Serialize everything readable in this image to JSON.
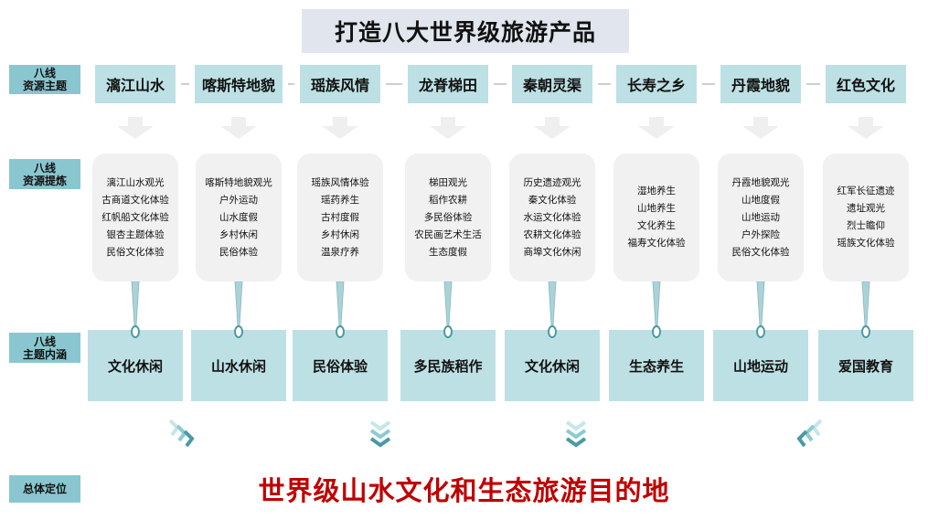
{
  "title": "打造八大世界级旅游产品",
  "row_labels": {
    "resource_theme": [
      "八线",
      "资源主题"
    ],
    "resource_refine": [
      "八线",
      "资源提炼"
    ],
    "theme_connotation": [
      "八线",
      "主题内涵"
    ],
    "overall_positioning": "总体定位"
  },
  "columns": [
    {
      "theme": "漓江山水",
      "items": [
        "漓江山水观光",
        "古商道文化体验",
        "红帆船文化体验",
        "银杏主题体验",
        "民俗文化体验"
      ],
      "connotation": "文化休闲"
    },
    {
      "theme": "喀斯特地貌",
      "items": [
        "喀斯特地貌观光",
        "户外运动",
        "山水度假",
        "乡村休闲",
        "民俗体验"
      ],
      "connotation": "山水休闲"
    },
    {
      "theme": "瑶族风情",
      "items": [
        "瑶族风情体验",
        "瑶药养生",
        "古村度假",
        "乡村休闲",
        "温泉疗养"
      ],
      "connotation": "民俗体验"
    },
    {
      "theme": "龙脊梯田",
      "items": [
        "梯田观光",
        "稻作农耕",
        "多民俗体验",
        "农民画艺术生活",
        "生态度假"
      ],
      "connotation": "多民族稻作"
    },
    {
      "theme": "秦朝灵渠",
      "items": [
        "历史遗迹观光",
        "秦文化体验",
        "水运文化体验",
        "农耕文化体验",
        "商埠文化休闲"
      ],
      "connotation": "文化休闲"
    },
    {
      "theme": "长寿之乡",
      "items": [
        "湿地养生",
        "山地养生",
        "文化养生",
        "福寿文化体验"
      ],
      "connotation": "生态养生"
    },
    {
      "theme": "丹霞地貌",
      "items": [
        "丹霞地貌观光",
        "山地度假",
        "山地运动",
        "户外探险",
        "民俗文化体验"
      ],
      "connotation": "山地运动"
    },
    {
      "theme": "红色文化",
      "items": [
        "红军长征遗迹",
        "遗址观光",
        "烈士瞻仰",
        "瑶族文化体验"
      ],
      "connotation": "爱国教育"
    }
  ],
  "slogan": "世界级山水文化和生态旅游目的地",
  "colors": {
    "teal": "#8ac6cf",
    "light_teal": "#bde0e4",
    "red": "#c00000",
    "dark_teal": "#4a9aa3"
  }
}
